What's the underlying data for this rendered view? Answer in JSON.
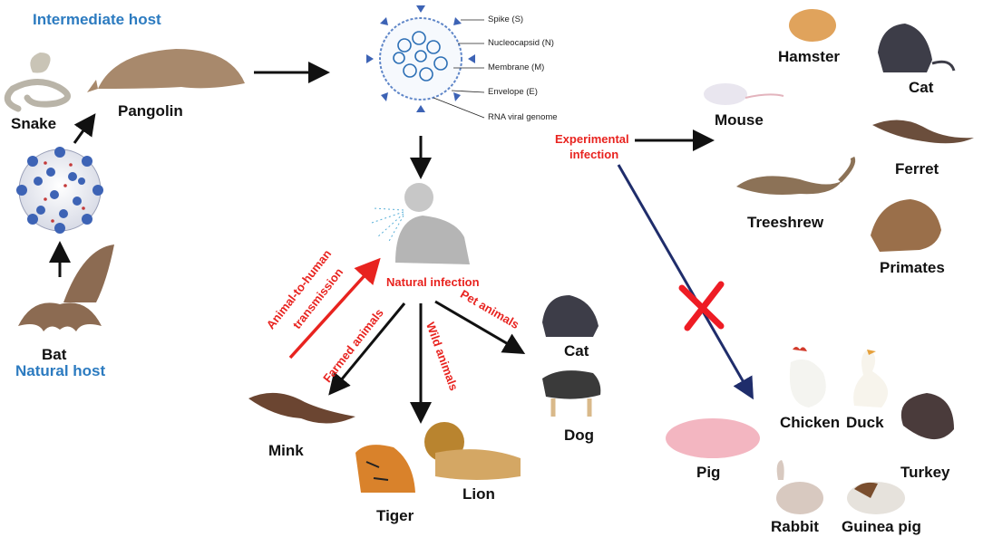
{
  "hosts": {
    "intermediate_label": "Intermediate host",
    "natural_label": "Natural host"
  },
  "animals": {
    "snake": "Snake",
    "pangolin": "Pangolin",
    "bat": "Bat",
    "hamster": "Hamster",
    "cat_experimental": "Cat",
    "mouse": "Mouse",
    "ferret": "Ferret",
    "treeshrew": "Treeshrew",
    "primates": "Primates",
    "cat_pet": "Cat",
    "dog": "Dog",
    "mink": "Mink",
    "tiger": "Tiger",
    "lion": "Lion",
    "pig": "Pig",
    "chicken": "Chicken",
    "duck": "Duck",
    "turkey": "Turkey",
    "rabbit": "Rabbit",
    "guinea_pig": "Guinea pig"
  },
  "virus_parts": {
    "spike": "Spike (S)",
    "nucleocapsid": "Nucleocapsid (N)",
    "membrane": "Membrane (M)",
    "envelope": "Envelope (E)",
    "rna": "RNA viral genome"
  },
  "routes": {
    "experimental_infection": [
      "Experimental",
      "infection"
    ],
    "natural_infection": "Natural infection",
    "animal_to_human": [
      "Animal-to-human",
      "transmission"
    ],
    "farmed_animals": "Farmed animals",
    "wild_animals": "Wild animals",
    "pet_animals": "Pet animals"
  },
  "colors": {
    "route_label": "#e8231f",
    "host_label": "#2c7bc0",
    "no_infection_arrow": "#1f2d6b",
    "virus_spike": "#3d63b5"
  },
  "icons": [
    "virus-icon",
    "person-coughing-icon",
    "cross-mark-icon"
  ]
}
